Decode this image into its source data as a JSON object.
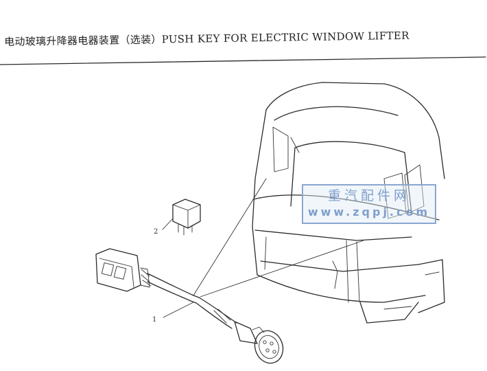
{
  "header": {
    "title": "电动玻璃升降器电器装置（选装）PUSH KEY FOR ELECTRIC WINDOW LIFTER"
  },
  "callouts": {
    "item_1": "1",
    "item_2": "2"
  },
  "watermark": {
    "chinese": "重汽配件网",
    "url": "www.zqpj.com",
    "color": "#7f9fcc"
  }
}
